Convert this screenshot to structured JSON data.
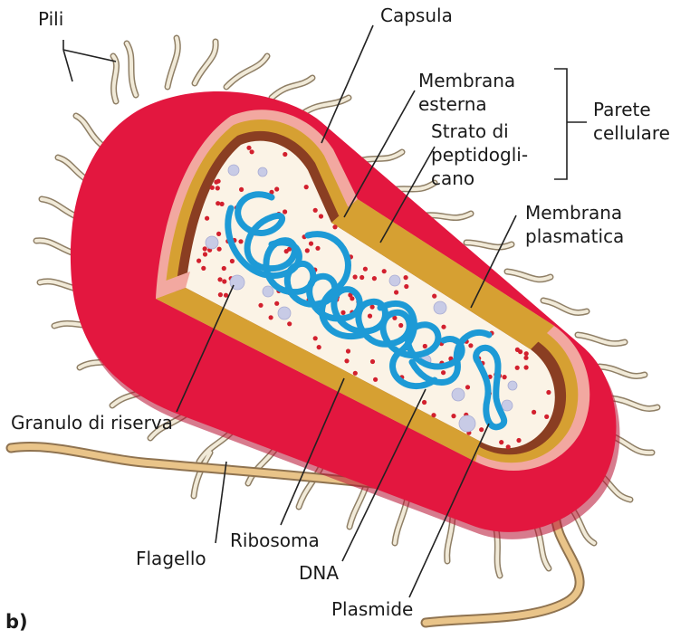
{
  "labels": {
    "pili": "Pili",
    "capsula": "Capsula",
    "membrana_esterna_1": "Membrana",
    "membrana_esterna_2": "esterna",
    "strato_1": "Strato di",
    "strato_2": "peptidogli-",
    "strato_3": "cano",
    "parete_1": "Parete",
    "parete_2": "cellulare",
    "plasmatica_1": "Membrana",
    "plasmatica_2": "plasmatica",
    "granulo": "Granulo di riserva",
    "flagello": "Flagello",
    "ribosoma": "Ribosoma",
    "dna": "DNA",
    "plasmide": "Plasmide",
    "panel": "b)"
  },
  "colors": {
    "capsule": "#e3173f",
    "capsule_dark": "#b70f30",
    "outer_membrane": "#f2a8a0",
    "peptidoglycan": "#d6a032",
    "plasma_membrane": "#8a3e22",
    "cytoplasm": "#fbf3e6",
    "ribosome": "#d2202e",
    "granule": "#c8cbe6",
    "dna": "#1d9ad6",
    "pili": "#f1ead8",
    "flagellum": "#e9c489",
    "line": "#222222"
  }
}
